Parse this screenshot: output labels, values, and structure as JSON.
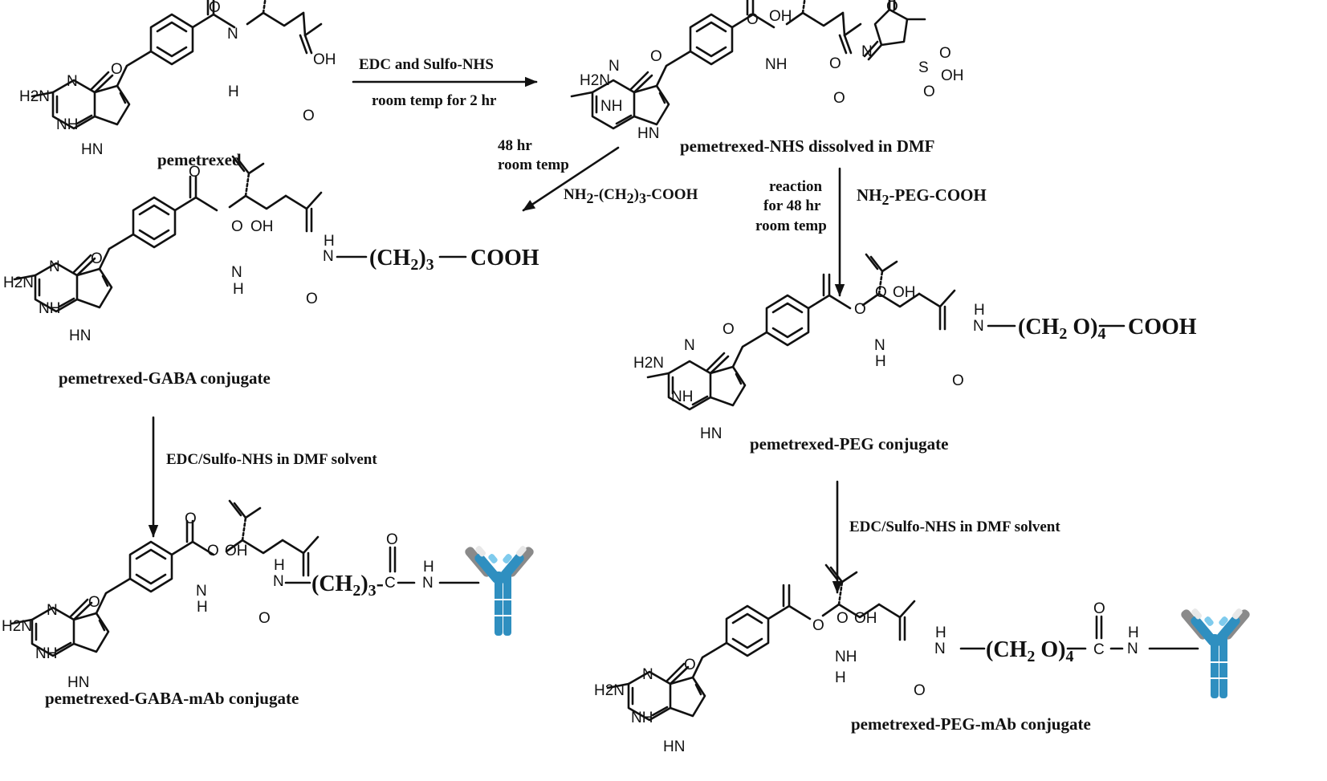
{
  "compounds": {
    "pemetrexed": "pemetrexed",
    "nhs": "pemetrexed-NHS dissolved in DMF",
    "gaba": "pemetrexed-GABA conjugate",
    "peg": "pemetrexed-PEG conjugate",
    "gaba_mab": "pemetrexed-GABA-mAb conjugate",
    "peg_mab": "pemetrexed-PEG-mAb conjugate"
  },
  "conditions": {
    "step1_top": "EDC and Sulfo-NHS",
    "step1_bottom": "room temp for 2 hr",
    "step2_time": "48 hr",
    "step2_temp": "room temp",
    "step2_reagent_pre": "NH",
    "step2_reagent_sub1": "2",
    "step2_reagent_mid": "-(CH",
    "step2_reagent_sub2": "2",
    "step2_reagent_mid2": ")",
    "step2_reagent_sub3": "3",
    "step2_reagent_post": "-COOH",
    "step3_line1": "reaction",
    "step3_line2": "for 48 hr",
    "step3_line3": "room temp",
    "step3_reagent_pre": "NH",
    "step3_reagent_sub": "2",
    "step3_reagent_post": "-PEG-COOH",
    "step4": "EDC/Sulfo-NHS in DMF solvent",
    "step5": "EDC/Sulfo-NHS in DMF solvent"
  },
  "atoms": {
    "amine": "H2N",
    "n": "N",
    "nh": "NH",
    "hn": "HN",
    "oxygen": "O",
    "oh": "OH",
    "h": "H",
    "sulfur": "S"
  },
  "chains": {
    "gaba_nh": "N",
    "gaba_h": "H",
    "gaba_chain": "(CH",
    "gaba_sub2": "2",
    "gaba_close": ")",
    "gaba_sub3": "3",
    "gaba_end": "COOH",
    "peg_chain": "(CH",
    "peg_sub2": "2",
    "peg_o": " O)",
    "peg_sub4": "4",
    "peg_end": "COOH",
    "mab_c": "C",
    "mab_dash": "-"
  },
  "colors": {
    "antibody_blue": "#2f8fc0",
    "antibody_light": "#7fcbed",
    "antibody_gray": "#8a8a8a",
    "antibody_white": "#e8e8e8"
  }
}
